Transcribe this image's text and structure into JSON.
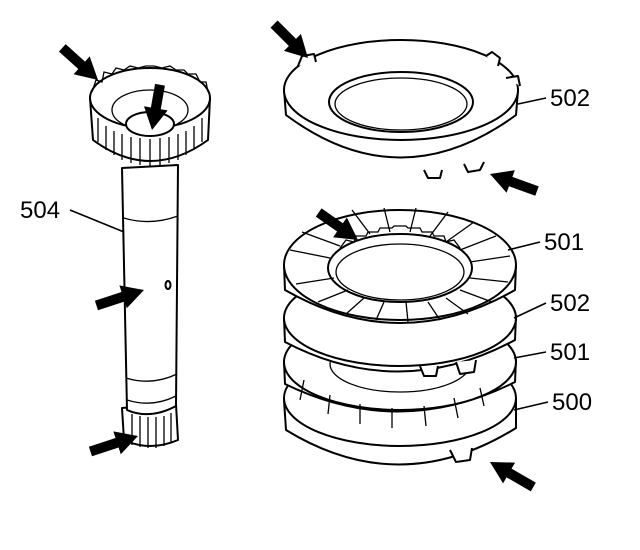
{
  "callouts": {
    "shaft": "504",
    "plate_top": "502",
    "friction_top": "501",
    "plate_mid": "502",
    "friction_bottom": "501",
    "plate_bottom": "500"
  },
  "icons": {
    "arrows": "arrow-icon"
  },
  "colors": {
    "line": "#000000",
    "background": "#ffffff"
  }
}
